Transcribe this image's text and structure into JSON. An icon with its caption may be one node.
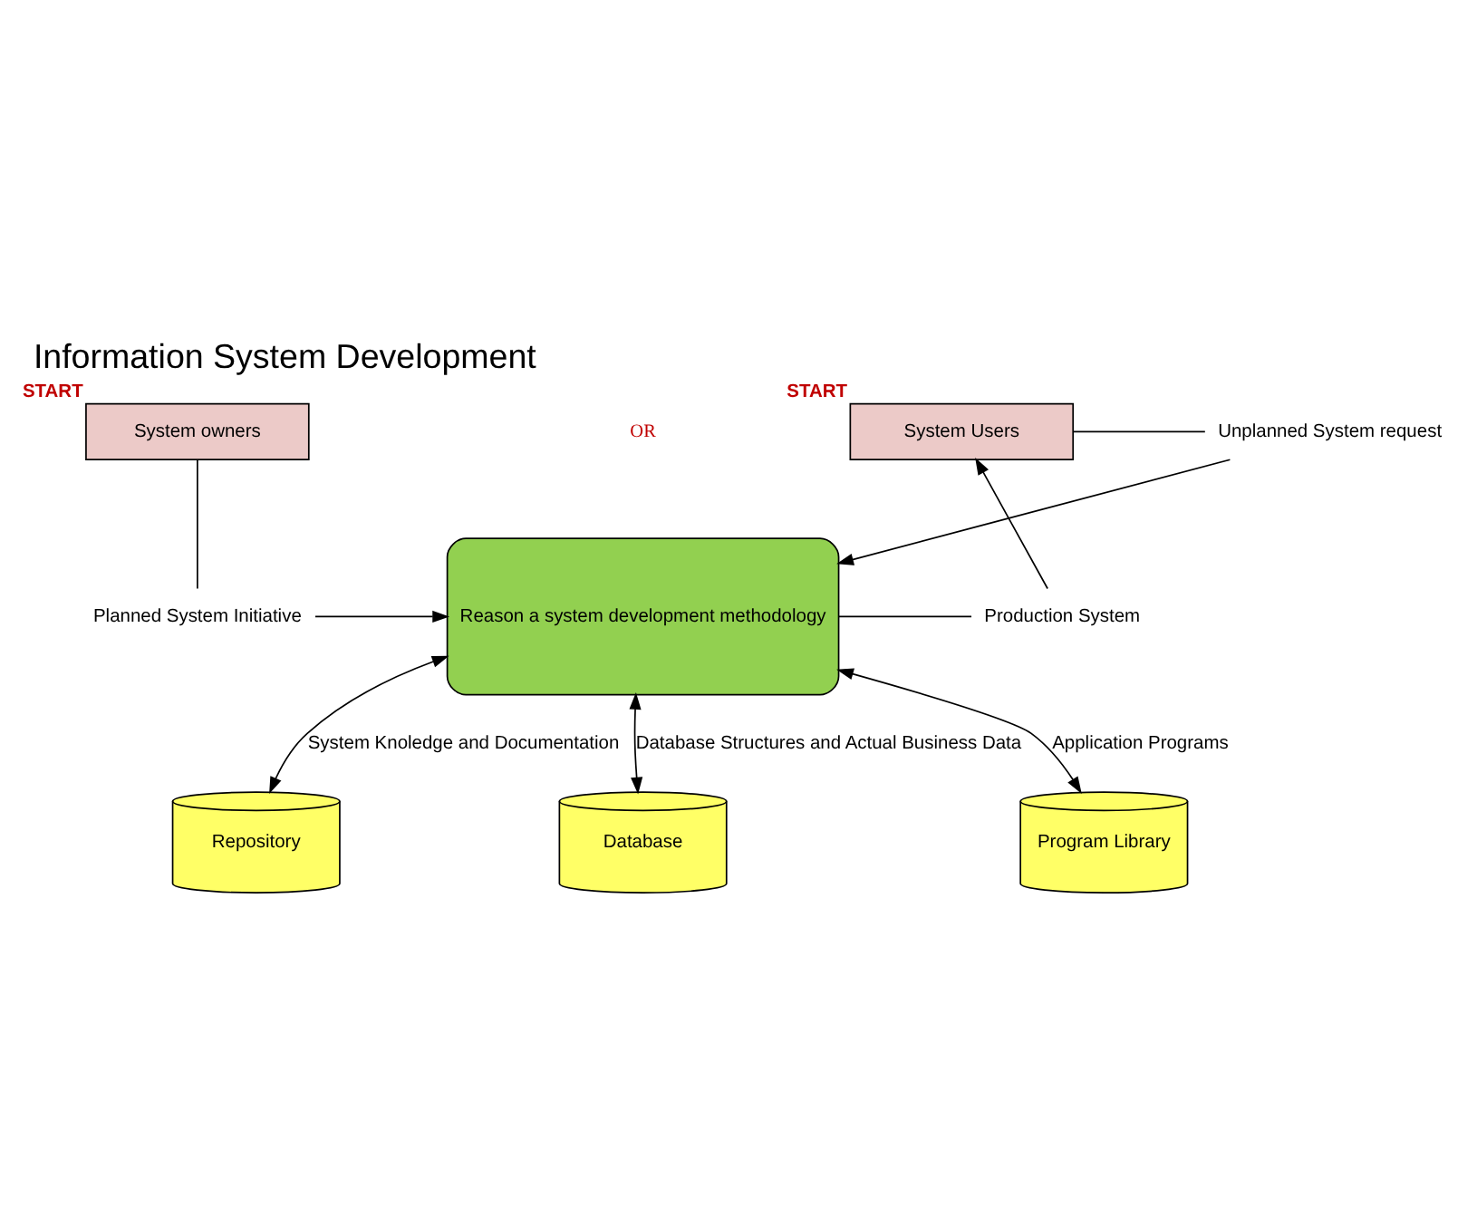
{
  "diagram": {
    "title": "Information System Development",
    "nodes": [
      {
        "text": [
          "System owners"
        ],
        "beside": [
          "START"
        ]
      },
      {
        "text": [
          "System Users"
        ],
        "beside": [
          "START"
        ]
      },
      {
        "text": [
          "Unplanned System request"
        ]
      },
      {
        "text": [
          "Planned System Initiative"
        ]
      },
      {
        "text": [
          "Reason a system development methodology"
        ]
      },
      {
        "text": [
          "Production System"
        ]
      },
      {
        "text": [
          "Repository"
        ]
      },
      {
        "text": [
          "Database"
        ]
      },
      {
        "text": [
          "Program Library"
        ]
      }
    ],
    "edges": [
      {
        "from": 0,
        "to": 3,
        "arrow": "none"
      },
      {
        "from": 3,
        "to": 4,
        "arrow": "to"
      },
      {
        "from": 1,
        "to": 2,
        "arrow": "none"
      },
      {
        "from": 2,
        "to": 4,
        "arrow": "to"
      },
      {
        "from": 4,
        "to": 5,
        "arrow": "none"
      },
      {
        "from": 5,
        "to": 1,
        "arrow": "to"
      },
      {
        "from": 4,
        "to": 6,
        "arrow": "both",
        "label": "System Knoledge and Documentation"
      },
      {
        "from": 4,
        "to": 7,
        "arrow": "both",
        "label": "Database Structures and Actual Business Data"
      },
      {
        "from": 4,
        "to": 8,
        "arrow": "both",
        "label": "Application Programs"
      }
    ],
    "labels": [
      "OR"
    ]
  }
}
